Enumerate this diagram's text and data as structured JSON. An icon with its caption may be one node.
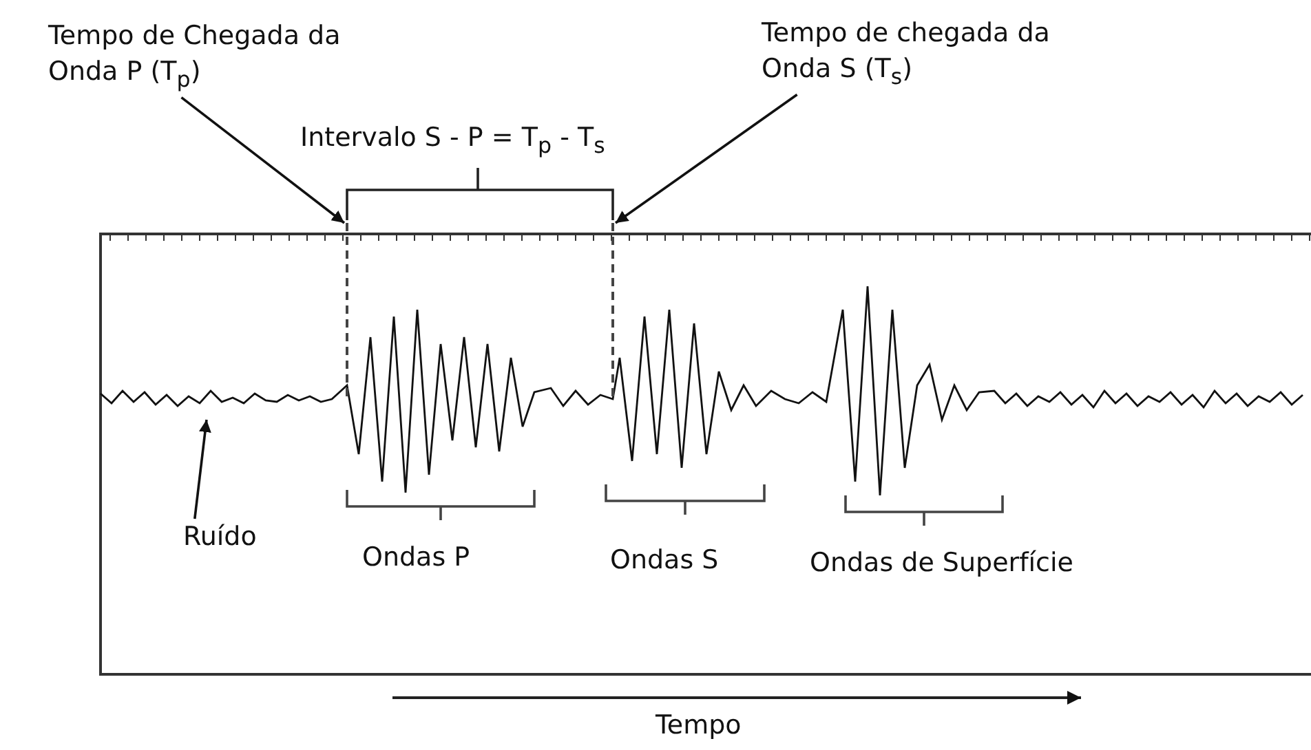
{
  "diagram": {
    "nodes": [
      {
        "text": [
          "Tempo de Chegada da Onda P (T$_{p}$)"
        ]
      },
      {
        "text": [
          "Tempo de chegada da Onda S (T$_{s}$)"
        ]
      },
      {
        "text": [
          "Ruído"
        ]
      },
      {
        "text": [],
        "shape": "line"
      },
      {
        "text": [],
        "shape": "line"
      }
    ],
    "edges": [
      {
        "from": 0,
        "to": 3,
        "arrow": "to"
      },
      {
        "from": 1,
        "to": 4,
        "arrow": "to"
      },
      {
        "from": 2,
        "to": null,
        "arrow": "to"
      }
    ],
    "labels": [
      "Intervalo S - P = T$_{p}$  - T$_{s}$",
      "Ondas P",
      "Ondas S",
      "Ondas de Superfície",
      "Tempo"
    ]
  }
}
